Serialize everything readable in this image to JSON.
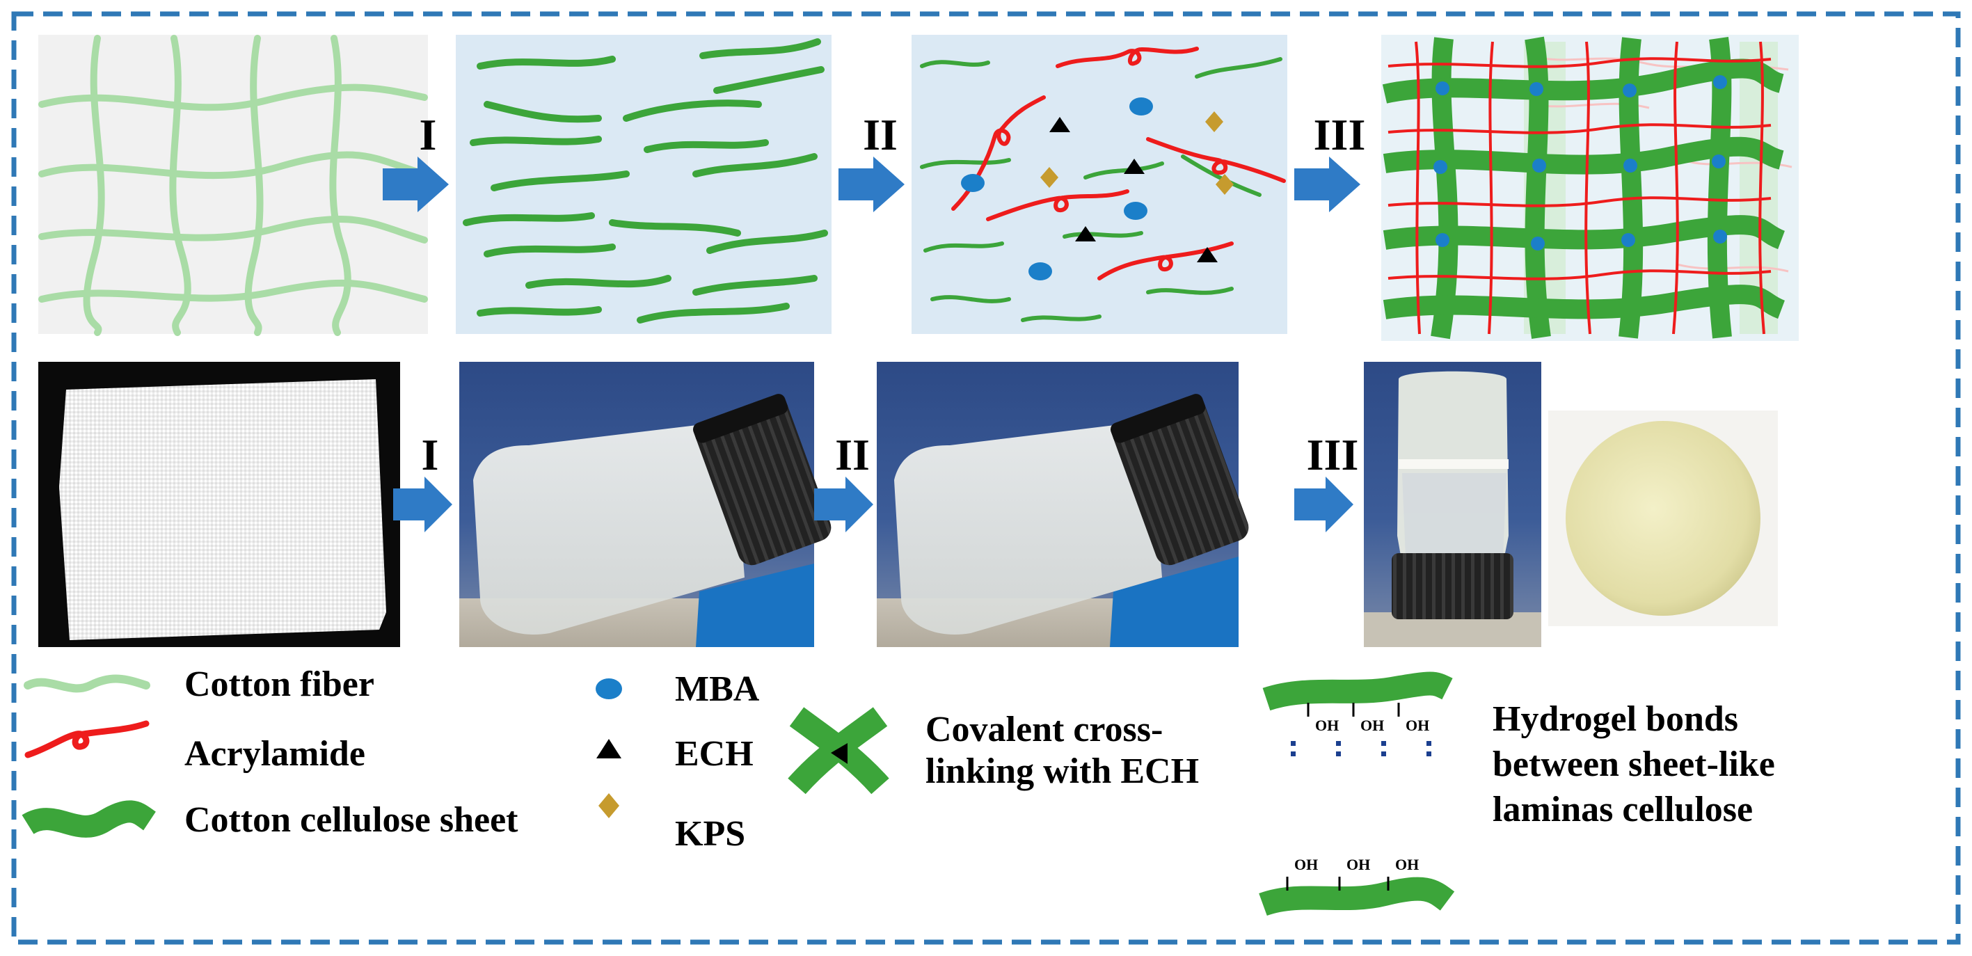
{
  "steps": {
    "top": [
      "I",
      "II",
      "III"
    ],
    "bottom": [
      "I",
      "II",
      "III"
    ]
  },
  "legend": {
    "cotton_fiber": "Cotton fiber",
    "acrylamide": "Acrylamide",
    "cotton_cellulose_sheet": "Cotton cellulose sheet",
    "mba": "MBA",
    "ech": "ECH",
    "kps": "KPS",
    "covalent_line1": "Covalent cross-",
    "covalent_line2": "linking with ECH",
    "hydrogel_line1": "Hydrogel bonds",
    "hydrogel_line2": "between sheet-like",
    "hydrogel_line3": "laminas cellulose",
    "oh_label": "OH"
  },
  "colors": {
    "frame": "#2f78b6",
    "panel_bg": "#dbe9f4",
    "cotton_fiber": "#a9dca6",
    "cellulose_sheet": "#3ca53a",
    "acrylamide": "#ee1c1c",
    "mba": "#1b7fc9",
    "ech": "#000000",
    "kps": "#c69b2e",
    "arrow": "#2f7bc6"
  }
}
